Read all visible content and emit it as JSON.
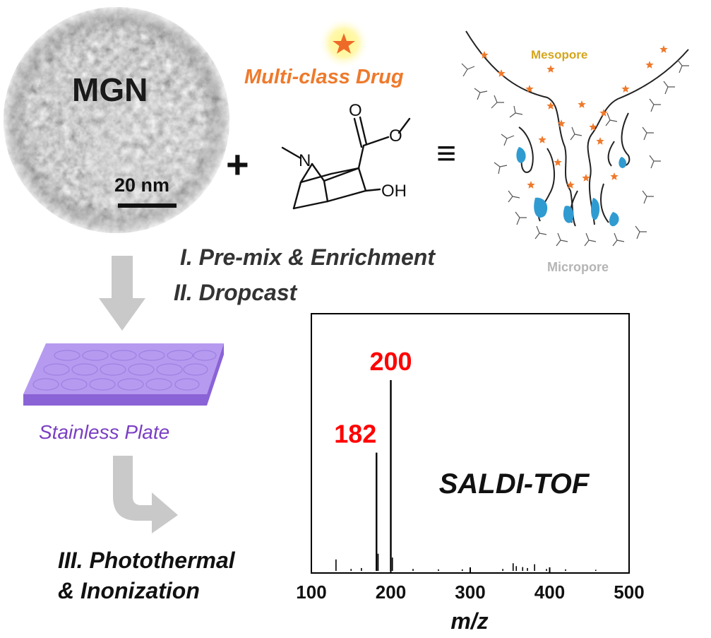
{
  "mgn": {
    "label": "MGN",
    "scale_label": "20 nm"
  },
  "drug": {
    "label": "Multi-class Drug",
    "label_color": "#ee7a2c",
    "star_color": "#ee6a28",
    "glow_color": "#fff58a"
  },
  "molecule": {
    "o_top": "O",
    "o_ester": "O",
    "n_label": "N",
    "oh_label": "OH"
  },
  "symbols": {
    "plus": "+",
    "equiv": "≡"
  },
  "pore": {
    "meso_label": "Mesopore",
    "meso_color": "#d4a51c",
    "micro_label": "Micropore",
    "micro_color": "#b5b5b5",
    "fill_color": "#2f9bd1",
    "star_color": "#ee7a2c"
  },
  "steps": {
    "step1": "I. Pre-mix & Enrichment",
    "step2": "II. Dropcast",
    "step3_line1": "III. Photothermal",
    "step3_line2": "& Inonization"
  },
  "plate": {
    "label": "Stainless Plate",
    "label_color": "#7b3fc4",
    "top_color": "#b69af0",
    "side_color": "#8a63d6"
  },
  "arrow_color": "#c9c9c9",
  "chart_data": {
    "type": "line",
    "title": "SALDI-TOF",
    "xlabel": "m/z",
    "ylabel": "",
    "xlim": [
      100,
      500
    ],
    "ylim": [
      0,
      100
    ],
    "xticks": [
      100,
      200,
      300,
      400,
      500
    ],
    "grid": false,
    "peak_label_color": "#ff0000",
    "labeled_peaks": [
      {
        "x": 182,
        "y": 62,
        "label": "182"
      },
      {
        "x": 200,
        "y": 100,
        "label": "200"
      }
    ],
    "peaks": [
      {
        "x": 131,
        "y": 6
      },
      {
        "x": 150,
        "y": 1
      },
      {
        "x": 163,
        "y": 1.5
      },
      {
        "x": 182,
        "y": 62
      },
      {
        "x": 184,
        "y": 9
      },
      {
        "x": 200,
        "y": 100
      },
      {
        "x": 202,
        "y": 7
      },
      {
        "x": 228,
        "y": 1
      },
      {
        "x": 260,
        "y": 0.8
      },
      {
        "x": 290,
        "y": 0.8
      },
      {
        "x": 341,
        "y": 1
      },
      {
        "x": 354,
        "y": 4
      },
      {
        "x": 358,
        "y": 2.5
      },
      {
        "x": 366,
        "y": 2
      },
      {
        "x": 372,
        "y": 1.5
      },
      {
        "x": 381,
        "y": 3.5
      },
      {
        "x": 396,
        "y": 1
      },
      {
        "x": 420,
        "y": 0.8
      },
      {
        "x": 458,
        "y": 0.6
      }
    ]
  }
}
